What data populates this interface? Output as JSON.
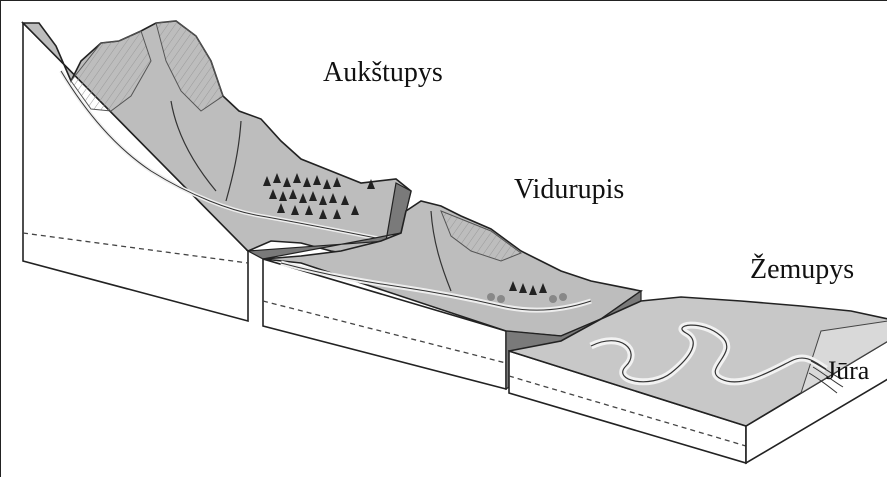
{
  "diagram": {
    "labels": {
      "upper_course": "Aukštupys",
      "middle_course": "Vidurupis",
      "lower_course": "Žemupys",
      "sea": "Jūra"
    },
    "colors": {
      "terrain": "#bdbdbd",
      "terrain_dark": "#8f8f8f",
      "block_side": "#ffffff",
      "river": "#e6e6e6",
      "outline": "#222222"
    }
  }
}
